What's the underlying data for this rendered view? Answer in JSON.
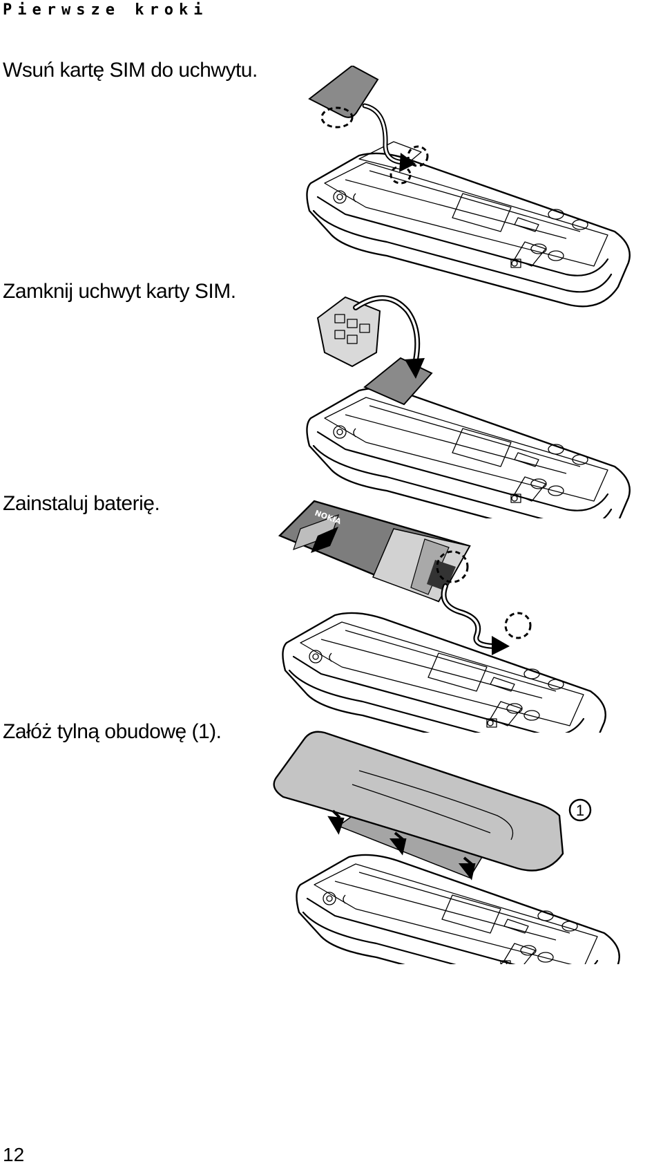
{
  "header": {
    "section_title": "Pierwsze kroki"
  },
  "steps": [
    {
      "text": "Wsuń kartę SIM do uchwytu."
    },
    {
      "text": "Zamknij uchwyt karty SIM."
    },
    {
      "text": "Zainstaluj baterię."
    },
    {
      "text": "Załóż tylną obudowę (1)."
    }
  ],
  "figures": {
    "battery_brand": "NOKIA",
    "callout_number": "1"
  },
  "footer": {
    "page_number": "12"
  },
  "colors": {
    "sim_gray": "#8a8a8a",
    "battery_dark": "#7d7d7d",
    "battery_light": "#d2d2d2",
    "cover_gray": "#c4c4c4"
  }
}
